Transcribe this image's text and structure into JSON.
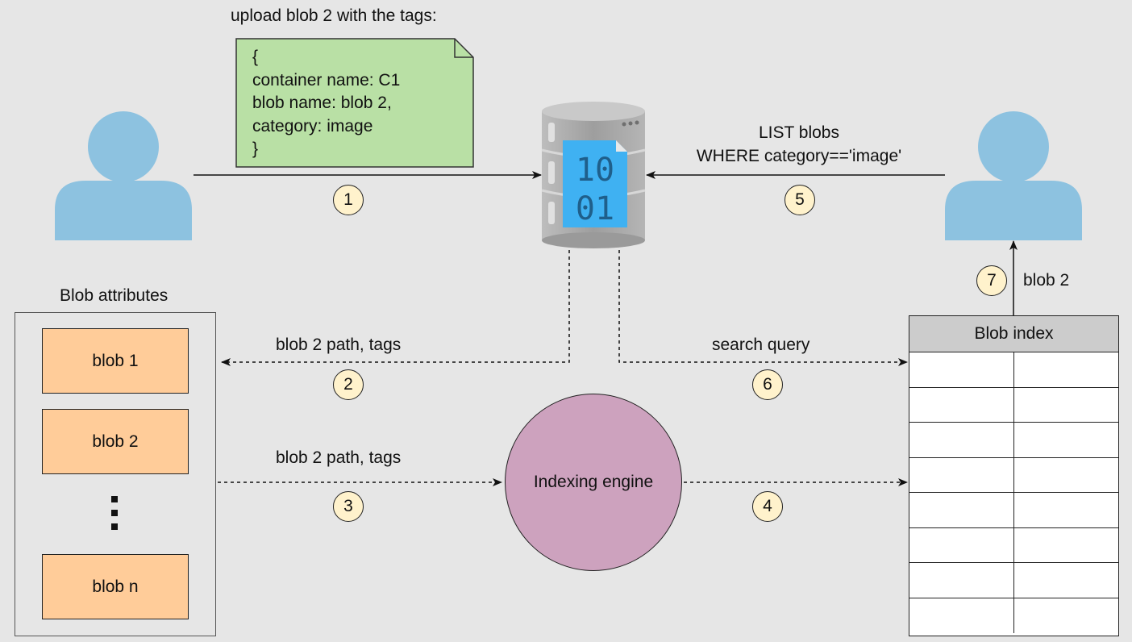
{
  "note": {
    "caption": "upload blob 2 with the tags:",
    "lines": [
      "{",
      "container name: C1",
      "blob name: blob 2,",
      "category: image",
      "}"
    ]
  },
  "query": {
    "line1": "LIST blobs",
    "line2": "WHERE category=='image'"
  },
  "steps": [
    "1",
    "2",
    "3",
    "4",
    "5",
    "6",
    "7"
  ],
  "edges": {
    "path_tags_2": "blob 2 path, tags",
    "path_tags_3": "blob 2 path, tags",
    "search_query": "search query",
    "result": "blob 2"
  },
  "attributes": {
    "title": "Blob attributes",
    "blobs": [
      "blob 1",
      "blob 2",
      "blob n"
    ]
  },
  "engine": {
    "label": "Indexing engine"
  },
  "index": {
    "title": "Blob index",
    "rows": 8
  },
  "storage": {
    "glyph_top": "10",
    "glyph_bottom": "01"
  },
  "colors": {
    "background": "#e6e6e6",
    "user": "#8dc2e0",
    "note": "#b9e0a5",
    "blob": "#ffcc99",
    "engine": "#cda2be",
    "badge": "#fff2cc",
    "index_header": "#cccccc",
    "storage_body": "#a3a3a3",
    "storage_file": "#3fb1f2"
  },
  "icons": [
    "user-icon",
    "storage-database-icon",
    "note-icon"
  ]
}
